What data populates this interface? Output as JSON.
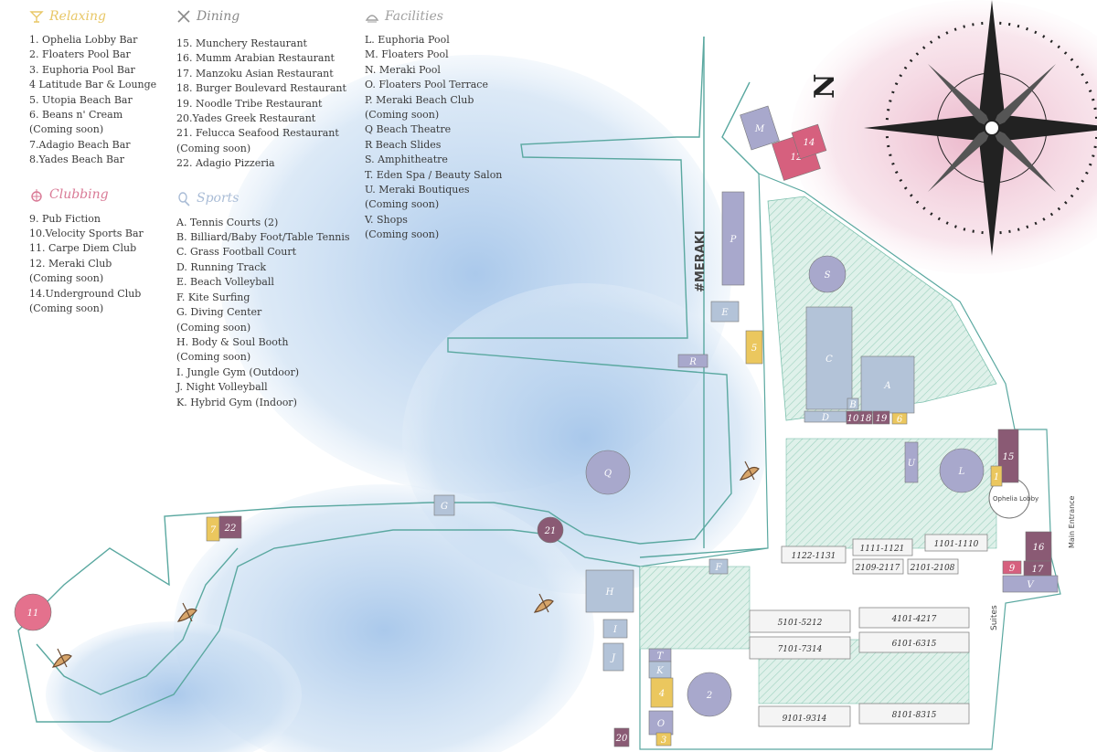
{
  "legend": {
    "relaxing": {
      "title": "Relaxing",
      "items": [
        "1. Ophelia Lobby Bar",
        "2. Floaters Pool Bar",
        "3. Euphoria Pool Bar",
        "4 Latitude Bar & Lounge",
        "5. Utopia Beach Bar",
        "6. Beans n' Cream",
        "(Coming soon)",
        "7.Adagio Beach Bar",
        "8.Yades Beach Bar"
      ]
    },
    "clubbing": {
      "title": "Clubbing",
      "items": [
        "9. Pub Fiction",
        "10.Velocity Sports Bar",
        "11. Carpe Diem Club",
        "12. Meraki Club",
        "(Coming soon)",
        "14.Underground Club",
        "(Coming soon)"
      ]
    },
    "dining": {
      "title": "Dining",
      "items": [
        "15. Munchery Restaurant",
        "16. Mumm Arabian Restaurant",
        "17. Manzoku Asian Restaurant",
        "18. Burger Boulevard Restaurant",
        "19. Noodle Tribe Restaurant",
        "20.Yades Greek Restaurant",
        "21. Felucca Seafood Restaurant",
        "(Coming soon)",
        "22. Adagio Pizzeria"
      ]
    },
    "sports": {
      "title": "Sports",
      "items": [
        "A. Tennis Courts (2)",
        "B. Billiard/Baby Foot/Table Tennis",
        "C. Grass Football Court",
        "D. Running Track",
        "E. Beach Volleyball",
        "F. Kite Surfing",
        "G. Diving Center",
        "(Coming soon)",
        "H. Body & Soul Booth",
        "(Coming soon)",
        "I. Jungle Gym (Outdoor)",
        "J. Night Volleyball",
        "K. Hybrid Gym (Indoor)"
      ]
    },
    "facilities": {
      "title": "Facilities",
      "items": [
        "L. Euphoria Pool",
        "M. Floaters Pool",
        "N.  Meraki Pool",
        "O. Floaters Pool Terrace",
        "P. Meraki Beach Club",
        "(Coming soon)",
        "Q Beach Theatre",
        "R Beach Slides",
        "S. Amphitheatre",
        "T. Eden Spa / Beauty Salon",
        "U. Meraki Boutiques",
        "(Coming soon)",
        "V. Shops",
        "(Coming soon)"
      ]
    }
  },
  "map_labels": {
    "meraki": "#MERAKI",
    "compass_n": "N",
    "ophelia_lobby": "Ophelia Lobby",
    "main_entrance": "Main Entrance",
    "suites": "Suites"
  },
  "markers": [
    {
      "id": "M",
      "label": "M",
      "color": "#a8a8cc"
    },
    {
      "id": "12",
      "label": "12",
      "color": "#d6607e"
    },
    {
      "id": "14",
      "label": "14",
      "color": "#d6607e"
    },
    {
      "id": "P",
      "label": "P",
      "color": "#a8a8cc"
    },
    {
      "id": "S",
      "label": "S",
      "color": "#a8a8cc"
    },
    {
      "id": "E",
      "label": "E",
      "color": "#b3c3d8"
    },
    {
      "id": "5",
      "label": "5",
      "color": "#ebc75e"
    },
    {
      "id": "R",
      "label": "R",
      "color": "#a8a8cc"
    },
    {
      "id": "C",
      "label": "C",
      "color": "#b3c3d8"
    },
    {
      "id": "A",
      "label": "A",
      "color": "#b3c3d8"
    },
    {
      "id": "D",
      "label": "D",
      "color": "#b3c3d8"
    },
    {
      "id": "B",
      "label": "B",
      "color": "#b3c3d8"
    },
    {
      "id": "10",
      "label": "10",
      "color": "#8a5a74"
    },
    {
      "id": "18",
      "label": "18",
      "color": "#8a5a74"
    },
    {
      "id": "19",
      "label": "19",
      "color": "#8a5a74"
    },
    {
      "id": "6",
      "label": "6",
      "color": "#ebc75e"
    },
    {
      "id": "15",
      "label": "15",
      "color": "#8a5a74"
    },
    {
      "id": "U",
      "label": "U",
      "color": "#a8a8cc"
    },
    {
      "id": "L",
      "label": "L",
      "color": "#a8a8cc"
    },
    {
      "id": "1",
      "label": "1",
      "color": "#ebc75e"
    },
    {
      "id": "Q",
      "label": "Q",
      "color": "#a8a8cc"
    },
    {
      "id": "G",
      "label": "G",
      "color": "#b3c3d8"
    },
    {
      "id": "21",
      "label": "21",
      "color": "#8a5a74"
    },
    {
      "id": "7",
      "label": "7",
      "color": "#ebc75e"
    },
    {
      "id": "22",
      "label": "22",
      "color": "#8a5a74"
    },
    {
      "id": "11",
      "label": "11",
      "color": "#e4718d"
    },
    {
      "id": "F",
      "label": "F",
      "color": "#b3c3d8"
    },
    {
      "id": "H",
      "label": "H",
      "color": "#b3c3d8"
    },
    {
      "id": "I",
      "label": "I",
      "color": "#b3c3d8"
    },
    {
      "id": "J",
      "label": "J",
      "color": "#b3c3d8"
    },
    {
      "id": "T",
      "label": "T",
      "color": "#a8a8cc"
    },
    {
      "id": "K",
      "label": "K",
      "color": "#b3c3d8"
    },
    {
      "id": "4",
      "label": "4",
      "color": "#ebc75e"
    },
    {
      "id": "2",
      "label": "2",
      "color": "#a8a8cc"
    },
    {
      "id": "O",
      "label": "O",
      "color": "#a8a8cc"
    },
    {
      "id": "20",
      "label": "20",
      "color": "#8a5a74"
    },
    {
      "id": "3",
      "label": "3",
      "color": "#ebc75e"
    },
    {
      "id": "16",
      "label": "16",
      "color": "#8a5a74"
    },
    {
      "id": "9",
      "label": "9",
      "color": "#d6607e"
    },
    {
      "id": "17",
      "label": "17",
      "color": "#8a5a74"
    },
    {
      "id": "V",
      "label": "V",
      "color": "#a8a8cc"
    }
  ],
  "room_ranges": [
    "1122-1131",
    "1111-1121",
    "1101-1110",
    "2109-2117",
    "2101-2108",
    "5101-5212",
    "4101-4217",
    "7101-7314",
    "6101-6315",
    "9101-9314",
    "8101-8315"
  ],
  "colors": {
    "coast": "#5aa8a0",
    "water": "#b9d3ee",
    "grass": "#d8efe6",
    "building": "#c9c9cc"
  }
}
